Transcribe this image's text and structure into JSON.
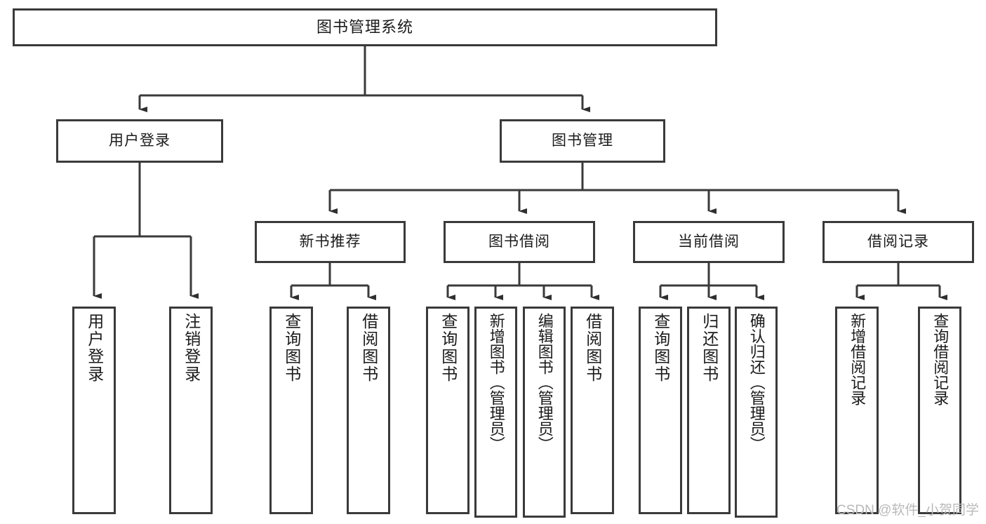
{
  "diagram": {
    "title": "图书管理系统",
    "type": "hierarchy-tree",
    "line_color": "#3a3a3a",
    "box_fill": "#ffffff",
    "text_color": "#1b1b1b"
  },
  "watermark": {
    "text": "CSDN @软件_小贺同学",
    "color": "#b9b9b9"
  },
  "nodes": {
    "root": {
      "label": "图书管理系统"
    },
    "level2": [
      {
        "label": "用户登录"
      },
      {
        "label": "图书管理"
      }
    ],
    "level3": [
      {
        "label": "新书推荐"
      },
      {
        "label": "图书借阅"
      },
      {
        "label": "当前借阅"
      },
      {
        "label": "借阅记录"
      }
    ],
    "leaves": {
      "user_login": [
        {
          "label": "用户登录"
        },
        {
          "label": "注销登录"
        }
      ],
      "new_book": [
        {
          "label": "查询图书"
        },
        {
          "label": "借阅图书"
        }
      ],
      "book_borrow": [
        {
          "label": "查询图书"
        },
        {
          "label": "新增图书（管理员）"
        },
        {
          "label": "编辑图书（管理员）"
        },
        {
          "label": "借阅图书"
        }
      ],
      "current_borrow": [
        {
          "label": "查询图书"
        },
        {
          "label": "归还图书"
        },
        {
          "label": "确认归还（管理员）"
        }
      ],
      "borrow_record": [
        {
          "label": "新增借阅记录"
        },
        {
          "label": "查询借阅记录"
        }
      ]
    }
  }
}
